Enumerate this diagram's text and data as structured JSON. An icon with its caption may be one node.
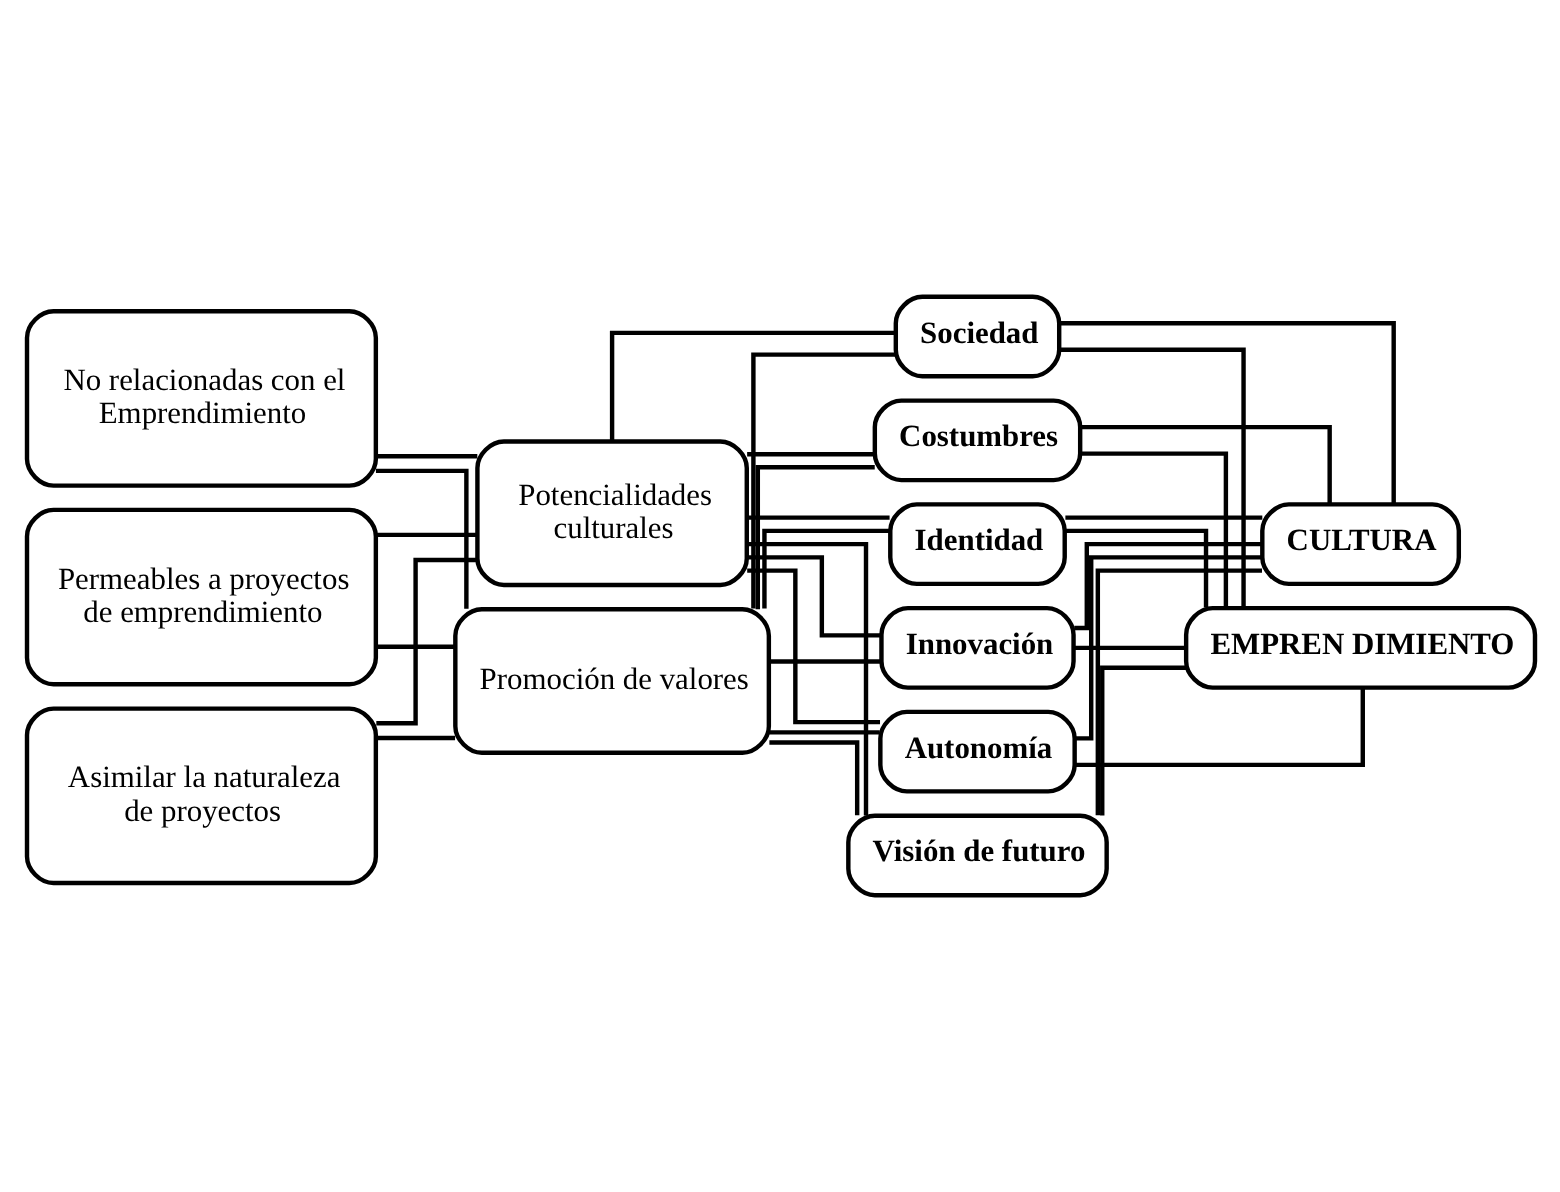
{
  "diagram": {
    "nodes": [
      {
        "text": [
          "No relacionadas con el Emprendimiento"
        ]
      },
      {
        "text": [
          "Permeables a proyectos de emprendimiento"
        ]
      },
      {
        "text": [
          "Asimilar la naturaleza de proyectos"
        ]
      },
      {
        "text": [
          "Potencialidades culturales"
        ]
      },
      {
        "text": [
          "Promoción de valores"
        ]
      },
      {
        "text": [
          "Sociedad"
        ]
      },
      {
        "text": [
          "Costumbres"
        ]
      },
      {
        "text": [
          "Identidad"
        ]
      },
      {
        "text": [
          "Innovación"
        ]
      },
      {
        "text": [
          "Autonomía"
        ]
      },
      {
        "text": [
          "Visión de futuro"
        ]
      },
      {
        "text": [
          "CULTURA"
        ]
      },
      {
        "text": [
          "EMPREN DIMIENTO"
        ]
      }
    ],
    "edges": [
      {
        "from": 0,
        "to": 3,
        "arrow": "none"
      },
      {
        "from": 0,
        "to": 4,
        "arrow": "none"
      },
      {
        "from": 1,
        "to": 3,
        "arrow": "none"
      },
      {
        "from": 1,
        "to": 4,
        "arrow": "none"
      },
      {
        "from": 2,
        "to": 3,
        "arrow": "none"
      },
      {
        "from": 2,
        "to": 4,
        "arrow": "none"
      },
      {
        "from": 3,
        "to": 5,
        "arrow": "none"
      },
      {
        "from": 3,
        "to": 6,
        "arrow": "none"
      },
      {
        "from": 3,
        "to": 7,
        "arrow": "none"
      },
      {
        "from": 3,
        "to": 8,
        "arrow": "none"
      },
      {
        "from": 3,
        "to": 9,
        "arrow": "none"
      },
      {
        "from": 3,
        "to": 10,
        "arrow": "none"
      },
      {
        "from": 4,
        "to": 5,
        "arrow": "none"
      },
      {
        "from": 4,
        "to": 6,
        "arrow": "none"
      },
      {
        "from": 4,
        "to": 7,
        "arrow": "none"
      },
      {
        "from": 4,
        "to": 8,
        "arrow": "none"
      },
      {
        "from": 4,
        "to": 9,
        "arrow": "none"
      },
      {
        "from": 4,
        "to": 10,
        "arrow": "none"
      },
      {
        "from": 5,
        "to": 11,
        "arrow": "none"
      },
      {
        "from": 5,
        "to": 12,
        "arrow": "none"
      },
      {
        "from": 6,
        "to": 11,
        "arrow": "none"
      },
      {
        "from": 6,
        "to": 12,
        "arrow": "none"
      },
      {
        "from": 7,
        "to": 11,
        "arrow": "none"
      },
      {
        "from": 7,
        "to": 12,
        "arrow": "none"
      },
      {
        "from": 8,
        "to": 11,
        "arrow": "none"
      },
      {
        "from": 8,
        "to": 12,
        "arrow": "none"
      },
      {
        "from": 9,
        "to": 11,
        "arrow": "none"
      },
      {
        "from": 9,
        "to": 12,
        "arrow": "none"
      },
      {
        "from": 10,
        "to": 11,
        "arrow": "none"
      },
      {
        "from": 10,
        "to": 12,
        "arrow": "none"
      }
    ]
  }
}
